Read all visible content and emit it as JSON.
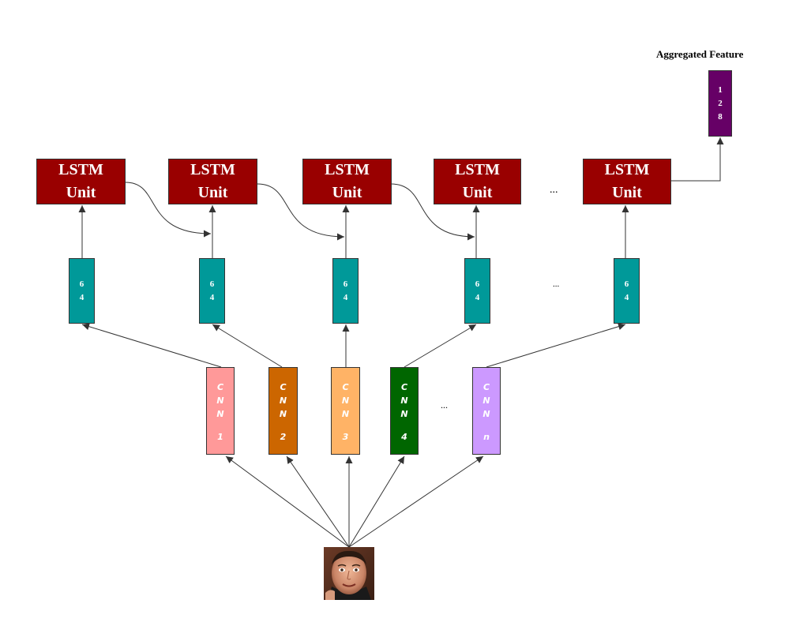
{
  "aggregated": {
    "title": "Aggregated Feature",
    "digits": [
      "1",
      "2",
      "8"
    ]
  },
  "lstm_units": [
    {
      "line1": "LSTM",
      "line2": "Unit"
    },
    {
      "line1": "LSTM",
      "line2": "Unit"
    },
    {
      "line1": "LSTM",
      "line2": "Unit"
    },
    {
      "line1": "LSTM",
      "line2": "Unit"
    },
    {
      "line1": "LSTM",
      "line2": "Unit"
    }
  ],
  "feature_vectors": [
    {
      "digits": [
        "6",
        "4"
      ]
    },
    {
      "digits": [
        "6",
        "4"
      ]
    },
    {
      "digits": [
        "6",
        "4"
      ]
    },
    {
      "digits": [
        "6",
        "4"
      ]
    },
    {
      "digits": [
        "6",
        "4"
      ]
    }
  ],
  "cnns": [
    {
      "letters": [
        "C",
        "N",
        "N"
      ],
      "index": "1",
      "color": "#ff9999",
      "text_color": "#ffffff"
    },
    {
      "letters": [
        "C",
        "N",
        "N"
      ],
      "index": "2",
      "color": "#cc6600",
      "text_color": "#ffffff"
    },
    {
      "letters": [
        "C",
        "N",
        "N"
      ],
      "index": "3",
      "color": "#ffb366",
      "text_color": "#ffffff"
    },
    {
      "letters": [
        "C",
        "N",
        "N"
      ],
      "index": "4",
      "color": "#006600",
      "text_color": "#ffffff"
    },
    {
      "letters": [
        "C",
        "N",
        "N"
      ],
      "index": "n",
      "color": "#cc99ff",
      "text_color": "#ffffff"
    }
  ],
  "ellipses": {
    "lstm": "...",
    "feature": "...",
    "cnn": "..."
  },
  "input": {
    "image": "face-photo"
  },
  "colors": {
    "lstm": "#990000",
    "feature": "#009999",
    "aggregated": "#660066",
    "arrow": "#333333"
  }
}
